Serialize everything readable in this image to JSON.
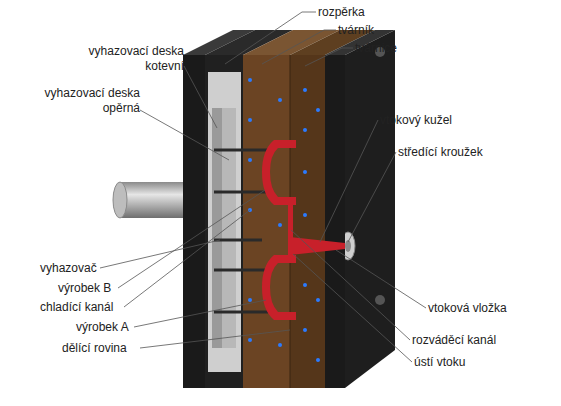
{
  "diagram": {
    "labels": [
      "rozpěrka",
      "tvárník",
      "tvárnice",
      "vyhazovací deska kotevní",
      "vyhazovací deska opěrná",
      "vtokový kužel",
      "středící kroužek",
      "vyhazovač",
      "výrobek B",
      "chladící kanál",
      "výrobek A",
      "dělící rovina",
      "vtoková vložka",
      "rozváděcí kanál",
      "ústí vtoku"
    ]
  }
}
